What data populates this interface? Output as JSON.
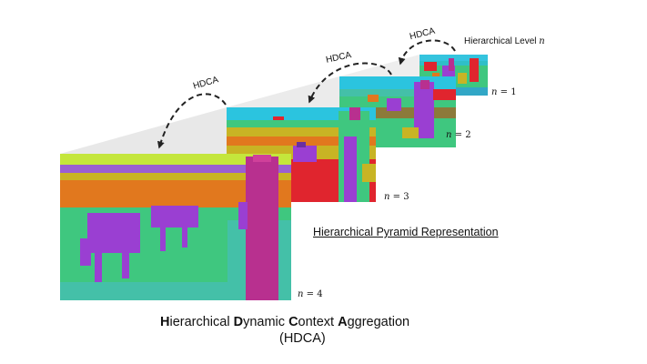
{
  "hierarchy_label": {
    "text": "Hierarchical Level ",
    "var": "n"
  },
  "arrow_label": "HDCA",
  "levels": [
    {
      "var": "n",
      "op": " = ",
      "value": "1"
    },
    {
      "var": "n",
      "op": " = ",
      "value": "2"
    },
    {
      "var": "n",
      "op": " = ",
      "value": "3"
    },
    {
      "var": "n",
      "op": " = ",
      "value": "4"
    }
  ],
  "pyramid_label": "Hierarchical Pyramid Representation",
  "caption": {
    "words": [
      {
        "initial": "H",
        "rest": "ierarchical"
      },
      {
        "initial": "D",
        "rest": "ynamic"
      },
      {
        "initial": "C",
        "rest": "ontext"
      },
      {
        "initial": "A",
        "rest": "ggregation"
      }
    ],
    "abbr": "(HDCA)"
  },
  "colors": {
    "green": "#3fc77f",
    "orange": "#e1781e",
    "olive": "#c8b424",
    "red": "#e0252e",
    "purple": "#9a3fd2",
    "magenta": "#b8308f",
    "cyan": "#2bc4df",
    "lime": "#c4e63c",
    "teal": "#44c0a8",
    "shadow": "#e6e6e6"
  }
}
